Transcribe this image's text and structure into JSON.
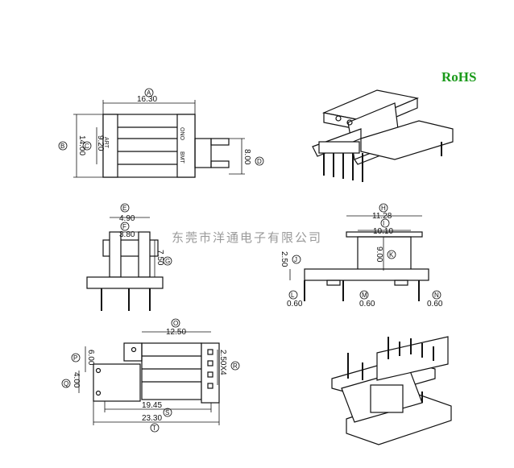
{
  "rohs": "RoHS",
  "watermark": "东莞市洋通电子有限公司",
  "top_view": {
    "A": {
      "tag": "A",
      "value": "16.30"
    },
    "B": {
      "tag": "B",
      "value": "14.00"
    },
    "C": {
      "tag": "C",
      "value": "9.20"
    },
    "D": {
      "tag": "D",
      "value": "8.00"
    },
    "pin_left": "ART",
    "pin_right_1": "ONO",
    "pin_right_2": "BMT"
  },
  "side_view": {
    "E": {
      "tag": "E",
      "value": "4.90"
    },
    "F": {
      "tag": "F",
      "value": "3.80"
    },
    "G": {
      "tag": "G",
      "value": "7.50"
    }
  },
  "front_view": {
    "H": {
      "tag": "H",
      "value": "11.28"
    },
    "I": {
      "tag": "I",
      "value": "10.10"
    },
    "J": {
      "tag": "J",
      "value": "2.50"
    },
    "K": {
      "tag": "K",
      "value": "9.00"
    },
    "L": {
      "tag": "L",
      "value": "0.60"
    },
    "M": {
      "tag": "M",
      "value": "0.60"
    },
    "N": {
      "tag": "N",
      "value": "0.60"
    }
  },
  "bottom_view": {
    "O": {
      "tag": "O",
      "value": "12.50"
    },
    "P": {
      "tag": "P",
      "value": "6.00"
    },
    "Q": {
      "tag": "Q",
      "value": "4.00"
    },
    "R": {
      "tag": "R",
      "value": "2.50X4"
    },
    "S": {
      "tag": "S",
      "value": "19.45"
    },
    "T": {
      "tag": "T",
      "value": "23.30"
    }
  }
}
